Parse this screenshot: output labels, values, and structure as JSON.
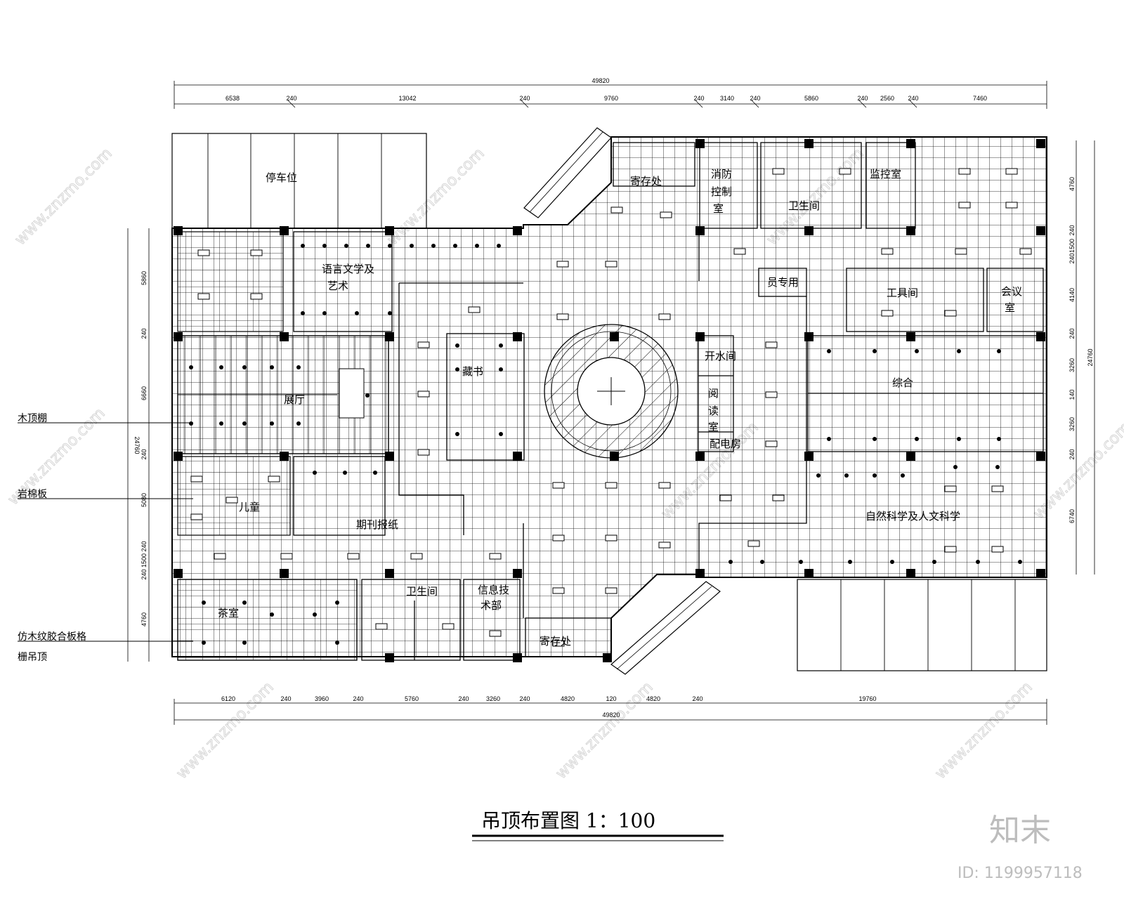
{
  "drawing": {
    "title": "吊顶布置图 1：100",
    "top_dims": {
      "overall": "49820",
      "segments": [
        "6538",
        "240",
        "13042",
        "240",
        "9760",
        "240",
        "3140",
        "240",
        "5860",
        "240",
        "2560",
        "240",
        "7460"
      ]
    },
    "bottom_dims": {
      "overall": "49820",
      "segments": [
        "6120",
        "240",
        "3960",
        "240",
        "5760",
        "240",
        "3260",
        "240",
        "4820",
        "120",
        "4820",
        "240",
        "19760"
      ]
    },
    "left_dims": {
      "overall": "24760",
      "segments": [
        "5860",
        "240",
        "6660",
        "240",
        "5080",
        "240",
        "1500",
        "240",
        "4760"
      ]
    },
    "right_dims": {
      "overall": "24760",
      "segments": [
        "4760",
        "240",
        "1500",
        "240",
        "4140",
        "240",
        "3260",
        "140",
        "3260",
        "240",
        "6740"
      ]
    },
    "rooms": {
      "parking": "停车位",
      "storage_top": "寄存处",
      "fire_control_1": "消防",
      "fire_control_2": "控制",
      "fire_control_3": "室",
      "toilet_top": "卫生间",
      "monitor": "监控室",
      "language_arts_1": "语言文学及",
      "language_arts_2": "艺术",
      "staff": "员专用",
      "tools": "工具间",
      "meeting_1": "会议",
      "meeting_2": "室",
      "collection": "藏书",
      "hot_water": "开水间",
      "reading_1": "阅",
      "reading_2": "读",
      "reading_3": "室",
      "power": "配电房",
      "general": "综合",
      "exhibition": "展厅",
      "children": "儿童",
      "periodicals": "期刊报纸",
      "science": "自然科学及人文科学",
      "tea": "茶室",
      "toilet_bottom": "卫生间",
      "info_tech_1": "信息技",
      "info_tech_2": "术部",
      "storage_bottom": "寄存处"
    },
    "callouts": {
      "wood_grille": "木顶棚",
      "mineral_board": "岩棉板",
      "imitation_wood_1": "仿木纹胶合板格",
      "imitation_wood_2": "栅吊顶"
    }
  },
  "watermark": {
    "site": "www.znzmo.com",
    "brand": "知末",
    "id_label": "ID: 1199957118"
  }
}
